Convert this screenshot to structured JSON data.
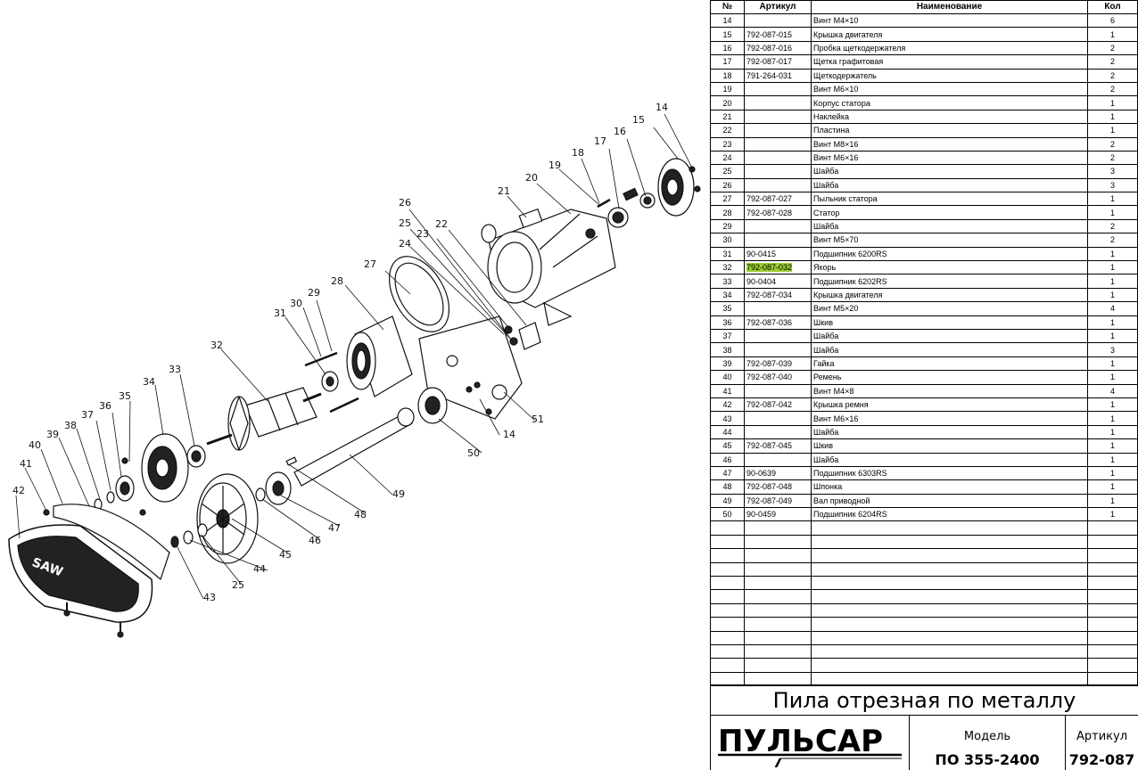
{
  "table": {
    "headers": [
      "№",
      "Артикул",
      "Наименование",
      "Кол"
    ],
    "rows": [
      {
        "n": "14",
        "art": "",
        "name": "Винт М4×10",
        "qty": "6"
      },
      {
        "n": "15",
        "art": "792-087-015",
        "name": "Крышка двигателя",
        "qty": "1"
      },
      {
        "n": "16",
        "art": "792-087-016",
        "name": "Пробка щеткодержателя",
        "qty": "2"
      },
      {
        "n": "17",
        "art": "792-087-017",
        "name": "Щетка графитовая",
        "qty": "2"
      },
      {
        "n": "18",
        "art": "791-264-031",
        "name": "Щеткодержатель",
        "qty": "2"
      },
      {
        "n": "19",
        "art": "",
        "name": "Винт М6×10",
        "qty": "2"
      },
      {
        "n": "20",
        "art": "",
        "name": "Корпус статора",
        "qty": "1"
      },
      {
        "n": "21",
        "art": "",
        "name": "Наклейка",
        "qty": "1"
      },
      {
        "n": "22",
        "art": "",
        "name": "Пластина",
        "qty": "1"
      },
      {
        "n": "23",
        "art": "",
        "name": "Винт М8×16",
        "qty": "2"
      },
      {
        "n": "24",
        "art": "",
        "name": "Винт М6×16",
        "qty": "2"
      },
      {
        "n": "25",
        "art": "",
        "name": "Шайба",
        "qty": "3"
      },
      {
        "n": "26",
        "art": "",
        "name": "Шайба",
        "qty": "3"
      },
      {
        "n": "27",
        "art": "792-087-027",
        "name": "Пыльник статора",
        "qty": "1"
      },
      {
        "n": "28",
        "art": "792-087-028",
        "name": "Статор",
        "qty": "1"
      },
      {
        "n": "29",
        "art": "",
        "name": "Шайба",
        "qty": "2"
      },
      {
        "n": "30",
        "art": "",
        "name": "Винт М5×70",
        "qty": "2"
      },
      {
        "n": "31",
        "art": "90-0415",
        "name": "Подшипник 6200RS",
        "qty": "1"
      },
      {
        "n": "32",
        "art": "792-087-032",
        "name": "Якорь",
        "qty": "1",
        "highlight": true
      },
      {
        "n": "33",
        "art": "90-0404",
        "name": "Подшипник 6202RS",
        "qty": "1"
      },
      {
        "n": "34",
        "art": "792-087-034",
        "name": "Крышка двигателя",
        "qty": "1"
      },
      {
        "n": "35",
        "art": "",
        "name": "Винт М5×20",
        "qty": "4"
      },
      {
        "n": "36",
        "art": "792-087-036",
        "name": "Шкив",
        "qty": "1"
      },
      {
        "n": "37",
        "art": "",
        "name": "Шайба",
        "qty": "1"
      },
      {
        "n": "38",
        "art": "",
        "name": "Шайба",
        "qty": "3"
      },
      {
        "n": "39",
        "art": "792-087-039",
        "name": "Гайка",
        "qty": "1"
      },
      {
        "n": "40",
        "art": "792-087-040",
        "name": "Ремень",
        "qty": "1"
      },
      {
        "n": "41",
        "art": "",
        "name": "Винт М4×8",
        "qty": "4"
      },
      {
        "n": "42",
        "art": "792-087-042",
        "name": "Крышка ремня",
        "qty": "1"
      },
      {
        "n": "43",
        "art": "",
        "name": "Винт М6×16",
        "qty": "1"
      },
      {
        "n": "44",
        "art": "",
        "name": "Шайба",
        "qty": "1"
      },
      {
        "n": "45",
        "art": "792-087-045",
        "name": "Шкив",
        "qty": "1"
      },
      {
        "n": "46",
        "art": "",
        "name": "Шайба",
        "qty": "1"
      },
      {
        "n": "47",
        "art": "90-0639",
        "name": "Подшипник 6303RS",
        "qty": "1"
      },
      {
        "n": "48",
        "art": "792-087-048",
        "name": "Шпонка",
        "qty": "1"
      },
      {
        "n": "49",
        "art": "792-087-049",
        "name": "Вал приводной",
        "qty": "1"
      },
      {
        "n": "50",
        "art": "90-0459",
        "name": "Подшипник 6204RS",
        "qty": "1"
      }
    ],
    "empty_rows": 12,
    "highlight_color": "#9acd32"
  },
  "titleblock": {
    "title": "Пила отрезная по металлу",
    "brand": "ПУЛЬСАР",
    "model_caption": "Модель",
    "model_value": "ПО 355-2400",
    "article_caption": "Артикул",
    "article_value": "792-087"
  },
  "diagram": {
    "callouts": [
      "14",
      "15",
      "16",
      "17",
      "18",
      "19",
      "20",
      "21",
      "22",
      "23",
      "24",
      "25",
      "26",
      "27",
      "28",
      "29",
      "30",
      "31",
      "32",
      "33",
      "34",
      "35",
      "36",
      "37",
      "38",
      "39",
      "40",
      "41",
      "42",
      "43",
      "44",
      "45",
      "46",
      "47",
      "48",
      "49",
      "50",
      "51",
      "14",
      "25"
    ],
    "cover_text": "SAW"
  }
}
